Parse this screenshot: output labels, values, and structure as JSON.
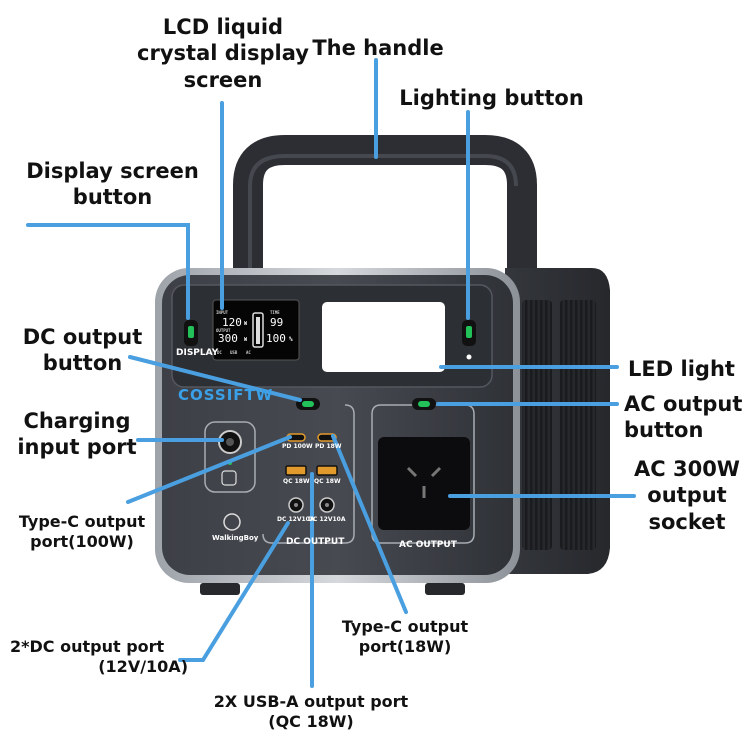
{
  "callouts": {
    "lcd": [
      "LCD liquid",
      "crystal display",
      "screen"
    ],
    "handle": "The handle",
    "lighting": "Lighting button",
    "display_btn": [
      "Display screen",
      "button"
    ],
    "dc_btn": [
      "DC output",
      "button"
    ],
    "led": "LED light",
    "ac_btn": [
      "AC output",
      "button"
    ],
    "charging": [
      "Charging",
      "input port"
    ],
    "ac_socket": [
      "AC 300W",
      "output",
      "socket"
    ],
    "typec100": [
      "Type-C output",
      "port(100W)"
    ],
    "typec18": [
      "Type-C output",
      "port(18W)"
    ],
    "dc_port": [
      "2*DC output port",
      "(12V/10A)"
    ],
    "usba": [
      "2X USB-A output port",
      "(QC 18W)"
    ]
  },
  "device": {
    "brand": "COSSIFTW",
    "display_label": "DISPLAY",
    "dc_section": "DC OUTPUT",
    "ac_section": "AC OUTPUT",
    "logo_text": "WalkingBoy",
    "port_pd100": "PD 100W",
    "port_pd18": "PD 18W",
    "port_qc1": "QC 18W",
    "port_qc2": "QC 18W",
    "port_dc1": "DC 12V10A",
    "port_dc2": "DC 12V10A",
    "lcd": {
      "input_label": "INPUT",
      "input_value": "120",
      "input_unit": "W",
      "time_label": "TIME",
      "time_value": "99",
      "output_label": "OUTPUT",
      "output_value": "300",
      "output_unit": "W",
      "battery_pct": "100",
      "pct_sign": "%",
      "indicators": [
        "DC",
        "USB",
        "AC"
      ]
    }
  },
  "colors": {
    "leader": "#4a9fe0",
    "body": "#3b3e44",
    "panel": "#2a2d32",
    "accent": "#3aa0e8",
    "button_green": "#22c15a"
  }
}
